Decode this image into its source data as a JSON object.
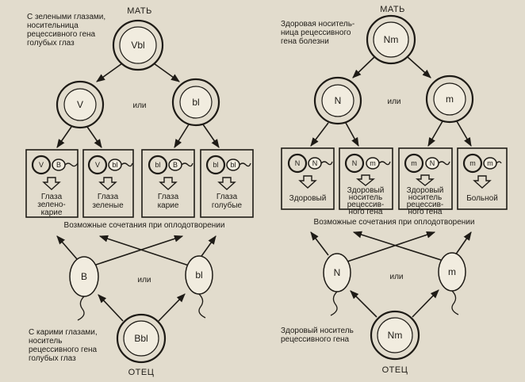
{
  "left": {
    "mother_title": "МАТЬ",
    "mother_note": [
      "С зелеными глазами,",
      "носительница",
      "рецессивного гена",
      "голубых глаз"
    ],
    "mother_genotype": "Vbl",
    "egg_a": "V",
    "egg_b": "bl",
    "or_label": "или",
    "combos": [
      {
        "a": "V",
        "b": "B",
        "result": [
          "Глаза",
          "зелено-",
          "карие"
        ]
      },
      {
        "a": "V",
        "b": "bl",
        "result": [
          "Глаза",
          "зеленые"
        ]
      },
      {
        "a": "bl",
        "b": "B",
        "result": [
          "Глаза",
          "карие"
        ]
      },
      {
        "a": "bl",
        "b": "bl",
        "result": [
          "Глаза",
          "голубые"
        ]
      }
    ],
    "fertilization_label": "Возможные сочетания при оплодотворении",
    "sperm_a": "B",
    "sperm_b": "bl",
    "father_note": [
      "С карими глазами,",
      "носитель",
      "рецессивного гена",
      "голубых глаз"
    ],
    "father_genotype": "Bbl",
    "father_title": "ОТЕЦ"
  },
  "right": {
    "mother_title": "МАТЬ",
    "mother_note": [
      "Здоровая носитель-",
      "ница рецессивного",
      "гена болезни"
    ],
    "mother_genotype": "Nm",
    "egg_a": "N",
    "egg_b": "m",
    "or_label": "или",
    "combos": [
      {
        "a": "N",
        "b": "N",
        "result": [
          "Здоровый"
        ]
      },
      {
        "a": "N",
        "b": "m",
        "result": [
          "Здоровый",
          "носитель",
          "рецессив-",
          "ного гена"
        ]
      },
      {
        "a": "m",
        "b": "N",
        "result": [
          "Здоровый",
          "носитель",
          "рецессив-",
          "ного гена"
        ]
      },
      {
        "a": "m",
        "b": "m",
        "result": [
          "Больной"
        ]
      }
    ],
    "fertilization_label": "Возможные сочетания при оплодотворении",
    "sperm_a": "N",
    "sperm_b": "m",
    "father_note": [
      "Здоровый носитель",
      "рецессивного гена"
    ],
    "father_genotype": "Nm",
    "father_title": "ОТЕЦ"
  }
}
